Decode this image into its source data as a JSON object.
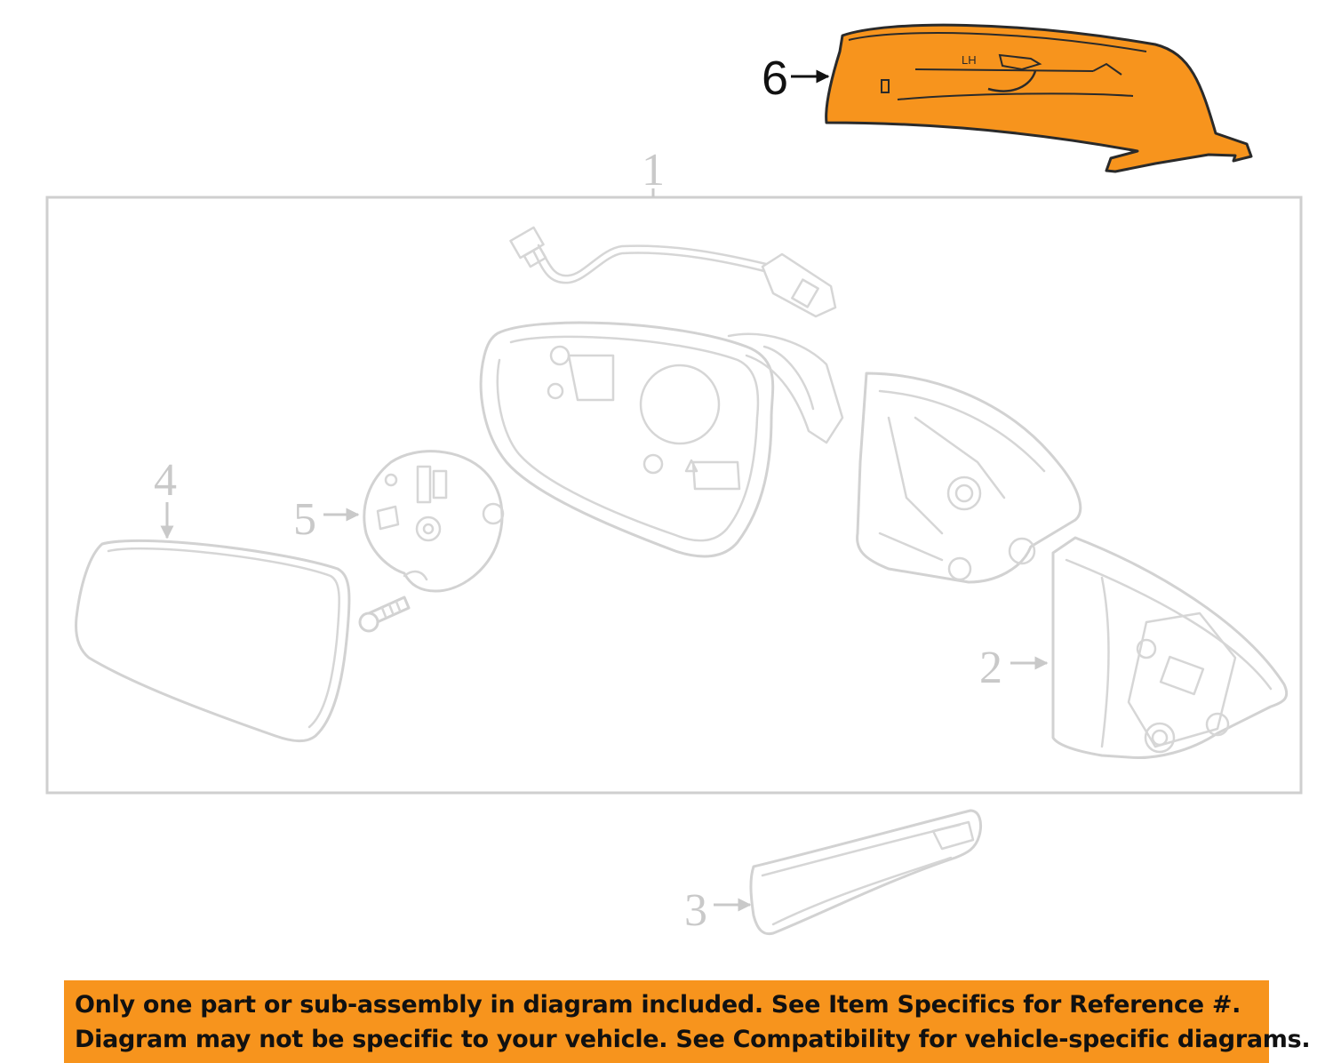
{
  "callouts": {
    "c1": "1",
    "c2": "2",
    "c3": "3",
    "c4": "4",
    "c5": "5",
    "c6": "6"
  },
  "highlight_color": "#f7941d",
  "highlighted_part": "6",
  "part_markings": {
    "side": "LH"
  },
  "notice": {
    "line1": "Only one part or sub-assembly in diagram included. See Item Specifics for Reference #.",
    "line2": "Diagram may not be specific to your vehicle. See Compatibility for vehicle-specific diagrams."
  }
}
